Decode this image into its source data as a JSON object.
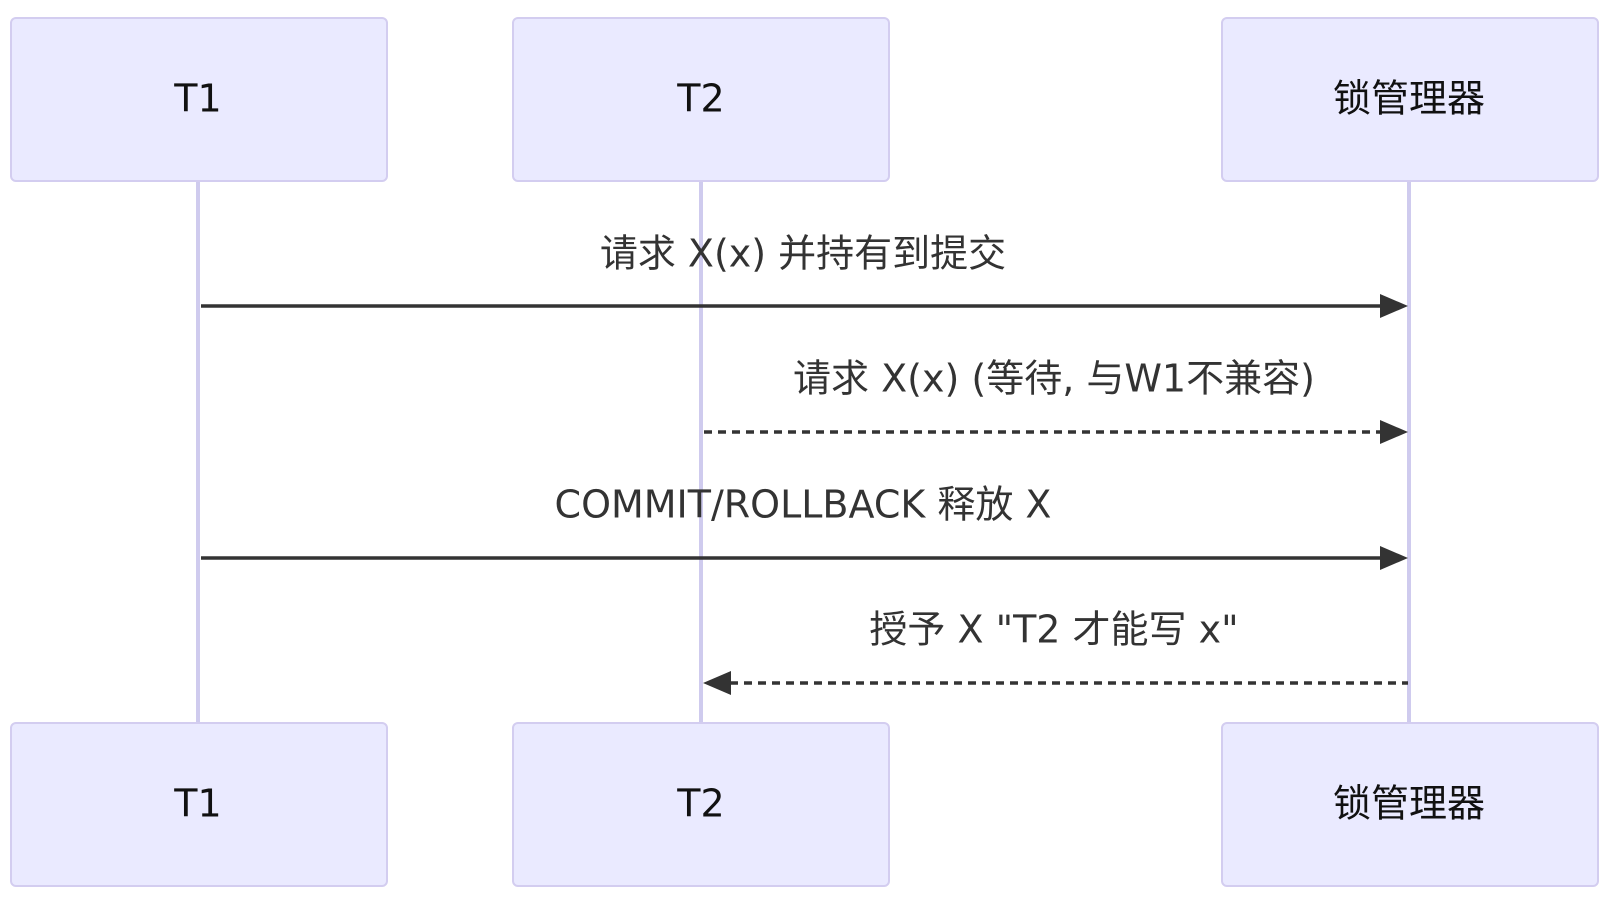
{
  "actors": [
    {
      "id": "t1",
      "label": "T1"
    },
    {
      "id": "t2",
      "label": "T2"
    },
    {
      "id": "lock_manager",
      "label": "锁管理器"
    }
  ],
  "messages": [
    {
      "from": "t1",
      "to": "lock_manager",
      "label": "请求 X(x) 并持有到提交",
      "style": "solid"
    },
    {
      "from": "t2",
      "to": "lock_manager",
      "label": "请求 X(x) (等待, 与W1不兼容)",
      "style": "dashed"
    },
    {
      "from": "t1",
      "to": "lock_manager",
      "label": "COMMIT/ROLLBACK 释放 X",
      "style": "solid"
    },
    {
      "from": "lock_manager",
      "to": "t2",
      "label": "授予 X \"T2 才能写 x\"",
      "style": "dashed"
    }
  ],
  "colors": {
    "actor_fill": "#eaeaff",
    "actor_border": "#d3cdf0",
    "lifeline": "#cfcbee",
    "message": "#333333"
  }
}
